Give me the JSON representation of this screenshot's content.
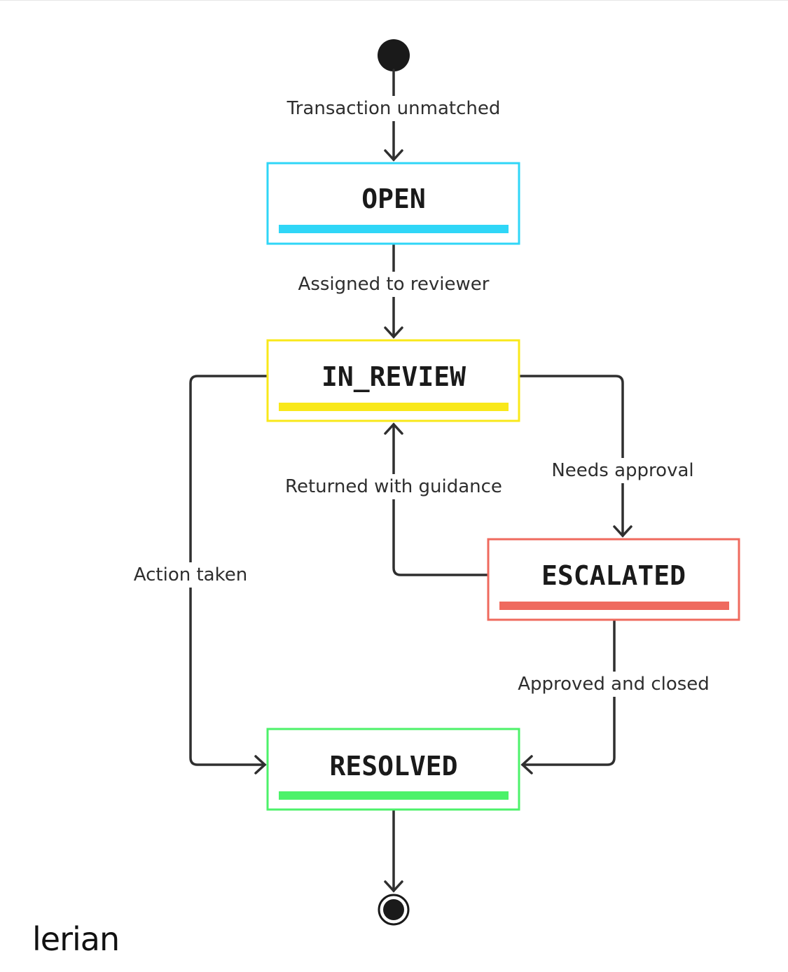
{
  "diagram": {
    "colors": {
      "open": "#2fd6f7",
      "in_review": "#f9e81a",
      "escalated": "#ef6a5e",
      "resolved": "#4cf26a",
      "line": "#2f2f2f",
      "node": "#1a1a1a"
    },
    "states": {
      "open": "OPEN",
      "in_review": "IN_REVIEW",
      "escalated": "ESCALATED",
      "resolved": "RESOLVED"
    },
    "transitions": {
      "start_to_open": "Transaction unmatched",
      "open_to_review": "Assigned to reviewer",
      "review_to_escalated": "Needs approval",
      "escalated_to_review": "Returned with guidance",
      "review_to_resolved": "Action taken",
      "escalated_to_resolved": "Approved and closed"
    }
  },
  "brand": {
    "logo": "lerian"
  }
}
